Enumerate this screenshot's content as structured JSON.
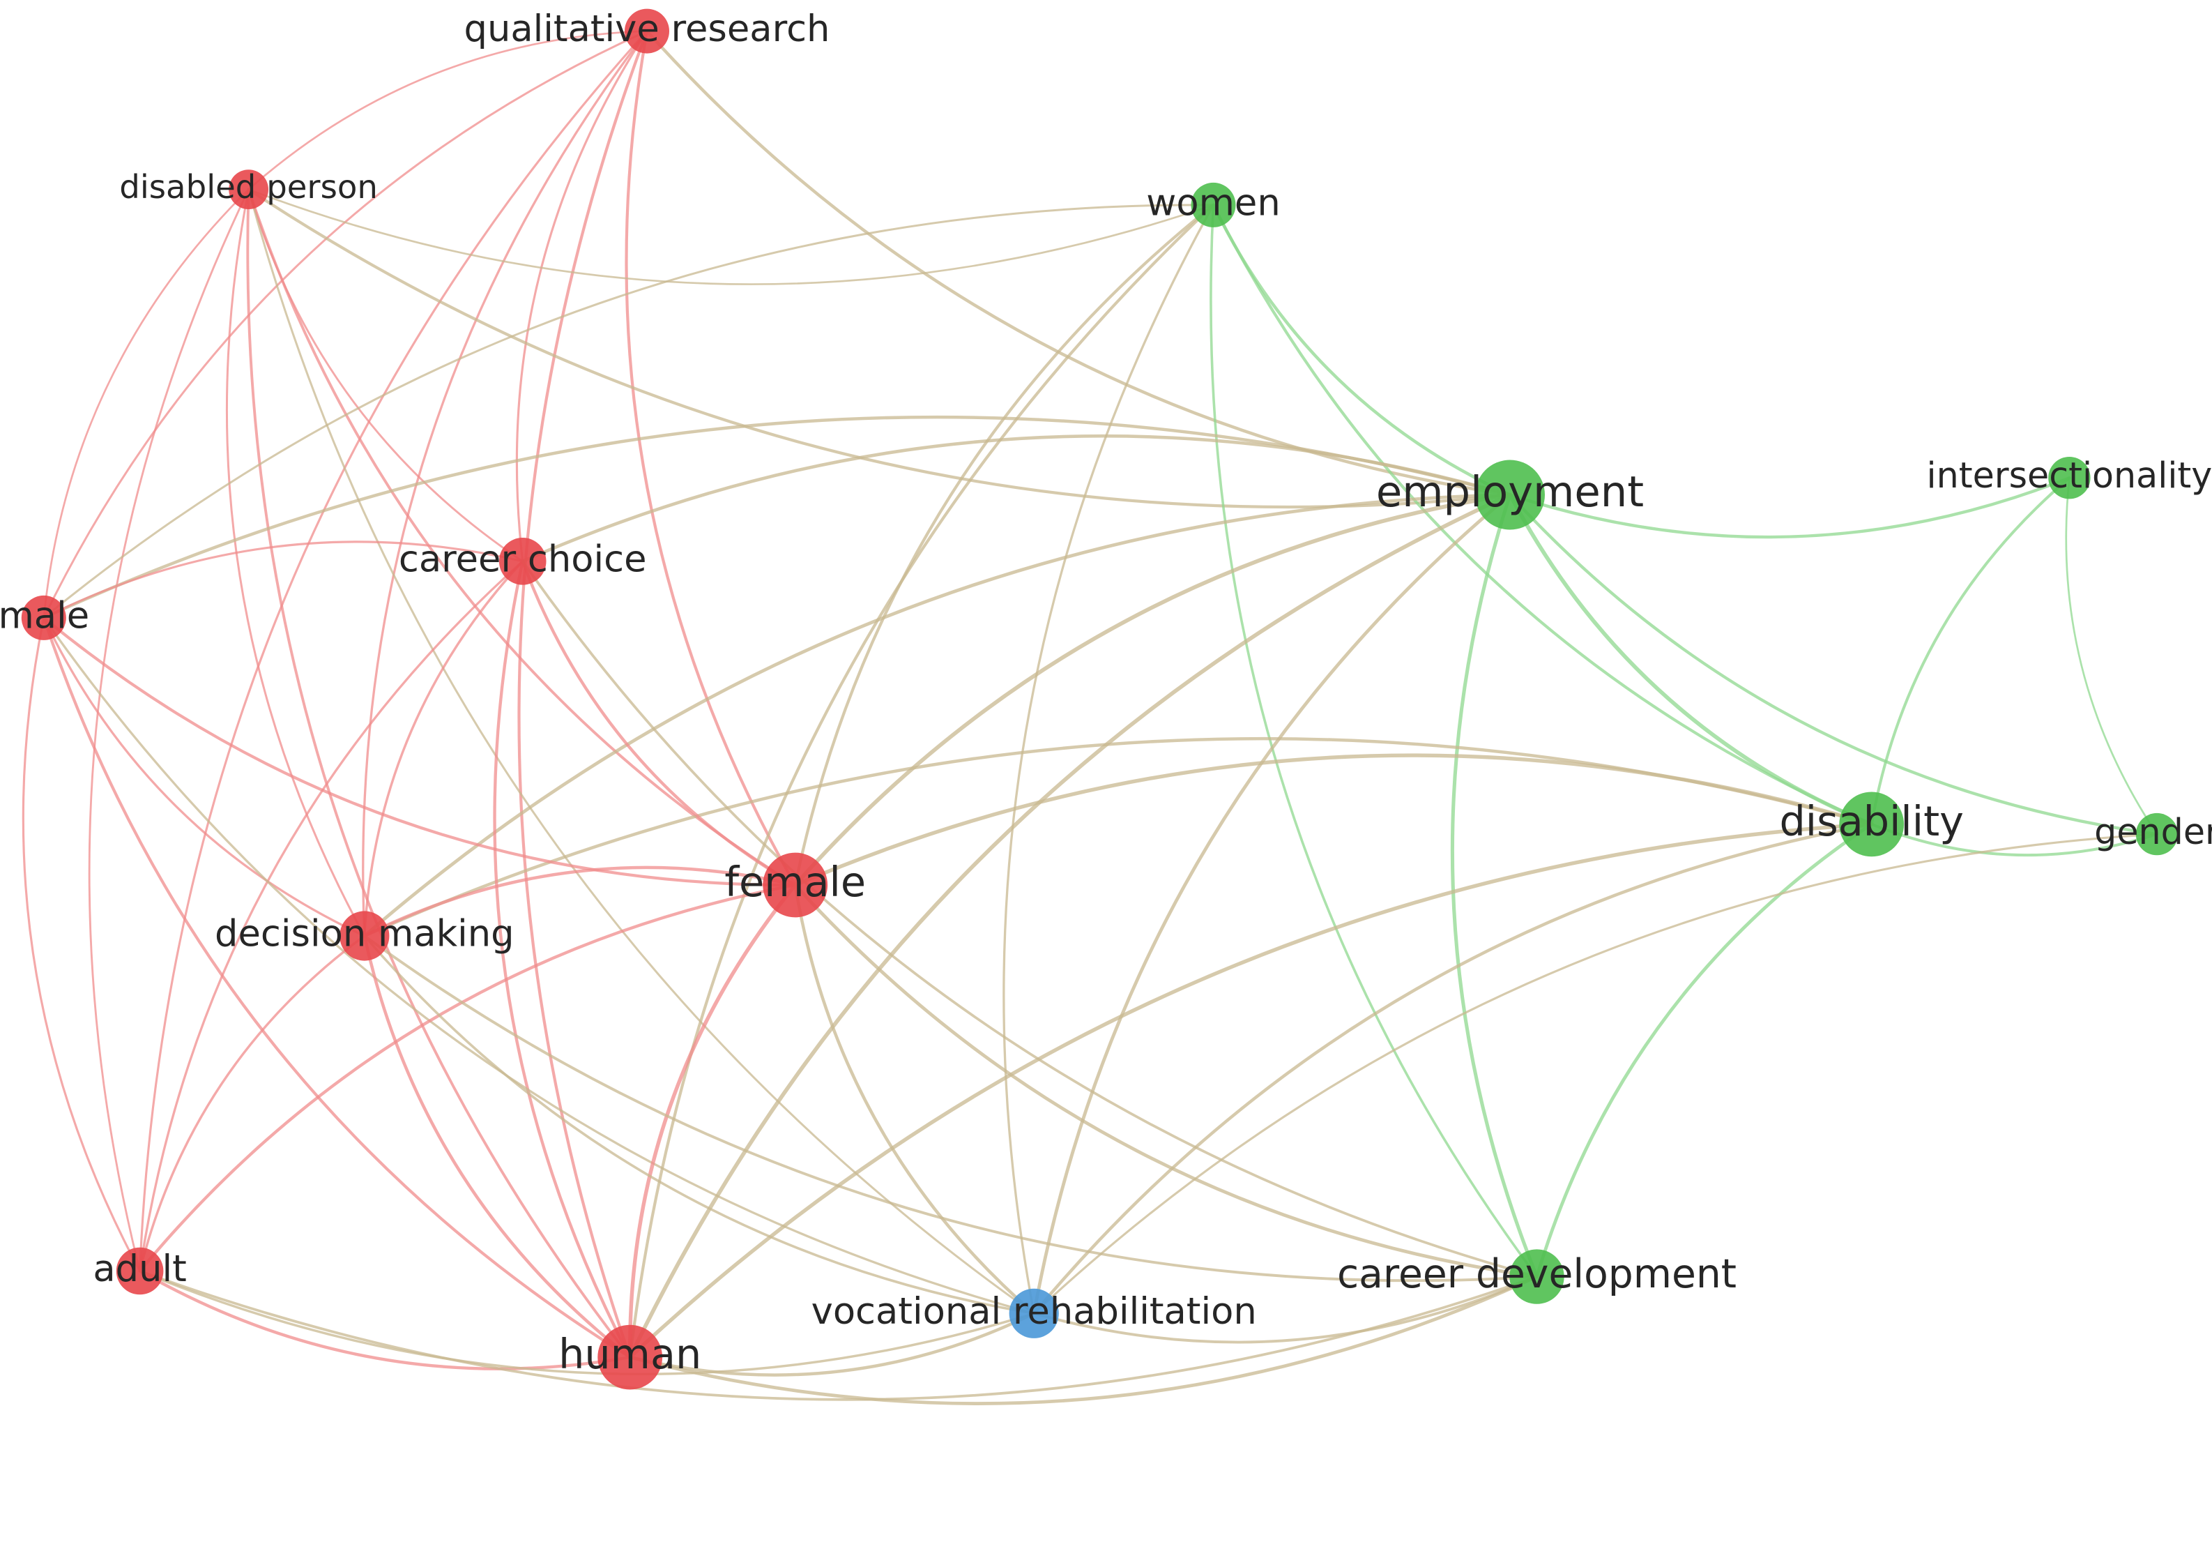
{
  "colors": {
    "cluster_1": "#e8474b",
    "cluster_2": "#4fbf4f",
    "cluster_3": "#4a98d8",
    "edge_1": "#f08c8c",
    "edge_2": "#8fd88f",
    "edge_3": "#8cc0e8",
    "edge_mixed": "#c8b890",
    "label": "#262626"
  },
  "nodes": [
    {
      "id": "qualitative-research",
      "label": "qualitative research",
      "cluster": 1,
      "weight": 2
    },
    {
      "id": "disabled-person",
      "label": "disabled person",
      "cluster": 1,
      "weight": 1.6
    },
    {
      "id": "women",
      "label": "women",
      "cluster": 2,
      "weight": 2
    },
    {
      "id": "employment",
      "label": "employment",
      "cluster": 2,
      "weight": 4
    },
    {
      "id": "intersectionality",
      "label": "intersectionality",
      "cluster": 2,
      "weight": 1.8
    },
    {
      "id": "career-choice",
      "label": "career choice",
      "cluster": 1,
      "weight": 2.2
    },
    {
      "id": "male",
      "label": "male",
      "cluster": 1,
      "weight": 2
    },
    {
      "id": "disability",
      "label": "disability",
      "cluster": 2,
      "weight": 3.6
    },
    {
      "id": "gender",
      "label": "gender",
      "cluster": 2,
      "weight": 1.8
    },
    {
      "id": "female",
      "label": "female",
      "cluster": 1,
      "weight": 3.6
    },
    {
      "id": "decision-making",
      "label": "decision making",
      "cluster": 1,
      "weight": 2.4
    },
    {
      "id": "adult",
      "label": "adult",
      "cluster": 1,
      "weight": 2.2
    },
    {
      "id": "vocational-rehabilitation",
      "label": "vocational rehabilitation",
      "cluster": 3,
      "weight": 2.4
    },
    {
      "id": "career-development",
      "label": "career development",
      "cluster": 2,
      "weight": 2.8
    },
    {
      "id": "human",
      "label": "human",
      "cluster": 1,
      "weight": 3.6
    }
  ],
  "edges": [
    [
      "qualitative-research",
      "disabled-person"
    ],
    [
      "qualitative-research",
      "male"
    ],
    [
      "qualitative-research",
      "career-choice"
    ],
    [
      "qualitative-research",
      "decision-making"
    ],
    [
      "qualitative-research",
      "adult"
    ],
    [
      "qualitative-research",
      "human"
    ],
    [
      "qualitative-research",
      "female"
    ],
    [
      "qualitative-research",
      "employment"
    ],
    [
      "disabled-person",
      "male"
    ],
    [
      "disabled-person",
      "career-choice"
    ],
    [
      "disabled-person",
      "decision-making"
    ],
    [
      "disabled-person",
      "adult"
    ],
    [
      "disabled-person",
      "human"
    ],
    [
      "disabled-person",
      "female"
    ],
    [
      "disabled-person",
      "employment"
    ],
    [
      "disabled-person",
      "vocational-rehabilitation"
    ],
    [
      "disabled-person",
      "women"
    ],
    [
      "women",
      "employment"
    ],
    [
      "women",
      "disability"
    ],
    [
      "women",
      "female"
    ],
    [
      "women",
      "human"
    ],
    [
      "women",
      "vocational-rehabilitation"
    ],
    [
      "women",
      "male"
    ],
    [
      "women",
      "career-development"
    ],
    [
      "employment",
      "intersectionality"
    ],
    [
      "employment",
      "disability"
    ],
    [
      "employment",
      "gender"
    ],
    [
      "employment",
      "career-choice"
    ],
    [
      "employment",
      "female"
    ],
    [
      "employment",
      "decision-making"
    ],
    [
      "employment",
      "career-development"
    ],
    [
      "employment",
      "vocational-rehabilitation"
    ],
    [
      "employment",
      "human"
    ],
    [
      "employment",
      "male"
    ],
    [
      "intersectionality",
      "disability"
    ],
    [
      "intersectionality",
      "gender"
    ],
    [
      "disability",
      "gender"
    ],
    [
      "disability",
      "career-development"
    ],
    [
      "disability",
      "vocational-rehabilitation"
    ],
    [
      "disability",
      "human"
    ],
    [
      "disability",
      "female"
    ],
    [
      "disability",
      "decision-making"
    ],
    [
      "gender",
      "vocational-rehabilitation"
    ],
    [
      "career-choice",
      "male"
    ],
    [
      "career-choice",
      "female"
    ],
    [
      "career-choice",
      "decision-making"
    ],
    [
      "career-choice",
      "adult"
    ],
    [
      "career-choice",
      "human"
    ],
    [
      "career-choice",
      "career-development"
    ],
    [
      "male",
      "decision-making"
    ],
    [
      "male",
      "adult"
    ],
    [
      "male",
      "human"
    ],
    [
      "male",
      "female"
    ],
    [
      "male",
      "vocational-rehabilitation"
    ],
    [
      "female",
      "decision-making"
    ],
    [
      "female",
      "adult"
    ],
    [
      "female",
      "human"
    ],
    [
      "female",
      "vocational-rehabilitation"
    ],
    [
      "female",
      "career-development"
    ],
    [
      "decision-making",
      "adult"
    ],
    [
      "decision-making",
      "human"
    ],
    [
      "decision-making",
      "vocational-rehabilitation"
    ],
    [
      "decision-making",
      "career-development"
    ],
    [
      "adult",
      "human"
    ],
    [
      "adult",
      "vocational-rehabilitation"
    ],
    [
      "adult",
      "career-development"
    ],
    [
      "human",
      "vocational-rehabilitation"
    ],
    [
      "human",
      "career-development"
    ],
    [
      "vocational-rehabilitation",
      "career-development"
    ]
  ]
}
